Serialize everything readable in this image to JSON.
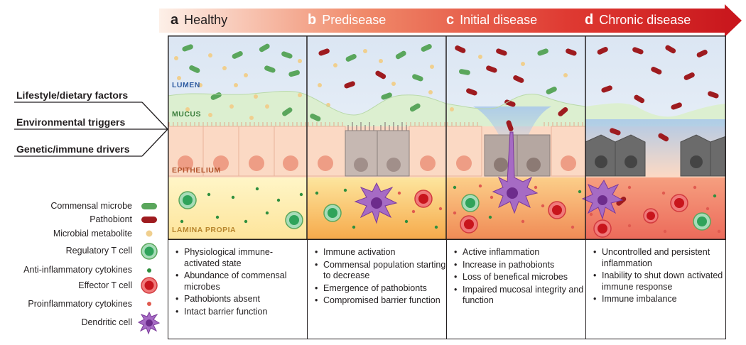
{
  "stages": [
    {
      "letter": "a",
      "name": "Healthy"
    },
    {
      "letter": "b",
      "name": "Predisease"
    },
    {
      "letter": "c",
      "name": "Initial disease"
    },
    {
      "letter": "d",
      "name": "Chronic disease"
    }
  ],
  "drivers": [
    "Lifestyle/dietary factors",
    "Environmental triggers",
    "Genetic/immune drivers"
  ],
  "layers": {
    "lumen": "LUMEN",
    "mucus": "MUCUS",
    "epithelium": "EPITHELIUM",
    "lamina_propia": "LAMINA PROPIA"
  },
  "legend": [
    {
      "label": "Commensal microbe",
      "icon": "green-rod"
    },
    {
      "label": "Pathobiont",
      "icon": "red-rod"
    },
    {
      "label": "Microbial metabolite",
      "icon": "tan-dot"
    },
    {
      "label": "Regulatory T cell",
      "icon": "green-cell"
    },
    {
      "label": "Anti-inflammatory cytokines",
      "icon": "green-dot"
    },
    {
      "label": "Effector T cell",
      "icon": "red-cell"
    },
    {
      "label": "Proinflammatory cytokines",
      "icon": "red-dot"
    },
    {
      "label": "Dendritic cell",
      "icon": "purple-dendritic"
    }
  ],
  "panels": [
    {
      "bullets": [
        "Physiological immune-activated state",
        "Abundance of commensal microbes",
        "Pathobionts absent",
        "Intact barrier function"
      ]
    },
    {
      "bullets": [
        "Immune activation",
        "Commensal population starting to decrease",
        "Emergence of pathobionts",
        "Compromised barrier function"
      ]
    },
    {
      "bullets": [
        "Active inflammation",
        "Increase in pathobionts",
        "Loss of benefical microbes",
        "Impaired mucosal integrity and function"
      ]
    },
    {
      "bullets": [
        "Uncontrolled and persistent inflammation",
        "Inability to shut down activated immune response",
        "Immune imbalance"
      ]
    }
  ],
  "colors": {
    "commensal": "#5aa65c",
    "pathobiont": "#9e1b1f",
    "metabolite": "#f0cf8e",
    "treg": "#74c59a",
    "effector": "#e0393e",
    "dendritic": "#9b59b6",
    "arrow_start": "#fbe3d6",
    "arrow_end": "#d7191f"
  }
}
